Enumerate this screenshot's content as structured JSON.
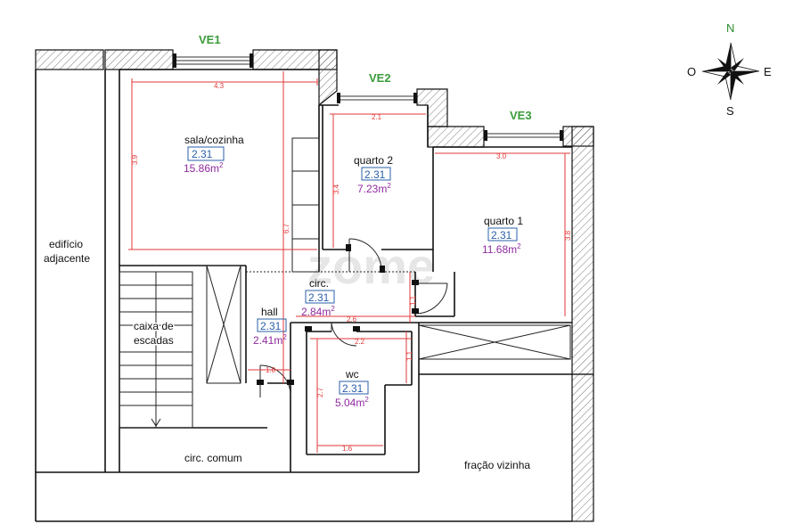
{
  "labels": {
    "ve1": "VE1",
    "ve2": "VE2",
    "ve3": "VE3",
    "watermark": "zome"
  },
  "compass": {
    "n": "N",
    "s": "S",
    "e": "E",
    "o": "O",
    "north_color": "#2f8b2f"
  },
  "rooms": {
    "sala": {
      "name": "sala/cozinha",
      "height": "2.31",
      "area": "15.86m",
      "sup": "2"
    },
    "quarto2": {
      "name": "quarto 2",
      "height": "2.31",
      "area": "7.23m",
      "sup": "2"
    },
    "quarto1": {
      "name": "quarto 1",
      "height": "2.31",
      "area": "11.68m",
      "sup": "2"
    },
    "circ": {
      "name": "circ.",
      "height": "2.31",
      "area": "2.84m",
      "sup": "2"
    },
    "hall": {
      "name": "hall",
      "height": "2.31",
      "area": "2.41m",
      "sup": "2"
    },
    "wc": {
      "name": "wc",
      "height": "2.31",
      "area": "5.04m",
      "sup": "2"
    }
  },
  "areas": {
    "edificio_line1": "edifício",
    "edificio_line2": "adjacente",
    "escadas_line1": "caixa de",
    "escadas_line2": "escadas",
    "circ_comum": "circ. comum",
    "fracao": "fração vizinha"
  },
  "dimensions": {
    "sala_width": "4.3",
    "sala_height": "3.9",
    "q2_width": "2.1",
    "q2_height": "3.4",
    "q1_width": "3.0",
    "q1_height": "3.8",
    "long_height": "6.7",
    "circ_width": "2.6",
    "circ_height": "1.1",
    "wc_width": "2.2",
    "wc_height": "2.7",
    "wc_small_height": "1.1",
    "wc_bottom": "1.6",
    "hall_door": "1.0"
  },
  "colors": {
    "dimension": "#e23a3a",
    "area": "#8e2a9e",
    "height": "#2a5fa8",
    "window_label": "#3a9b3a"
  }
}
